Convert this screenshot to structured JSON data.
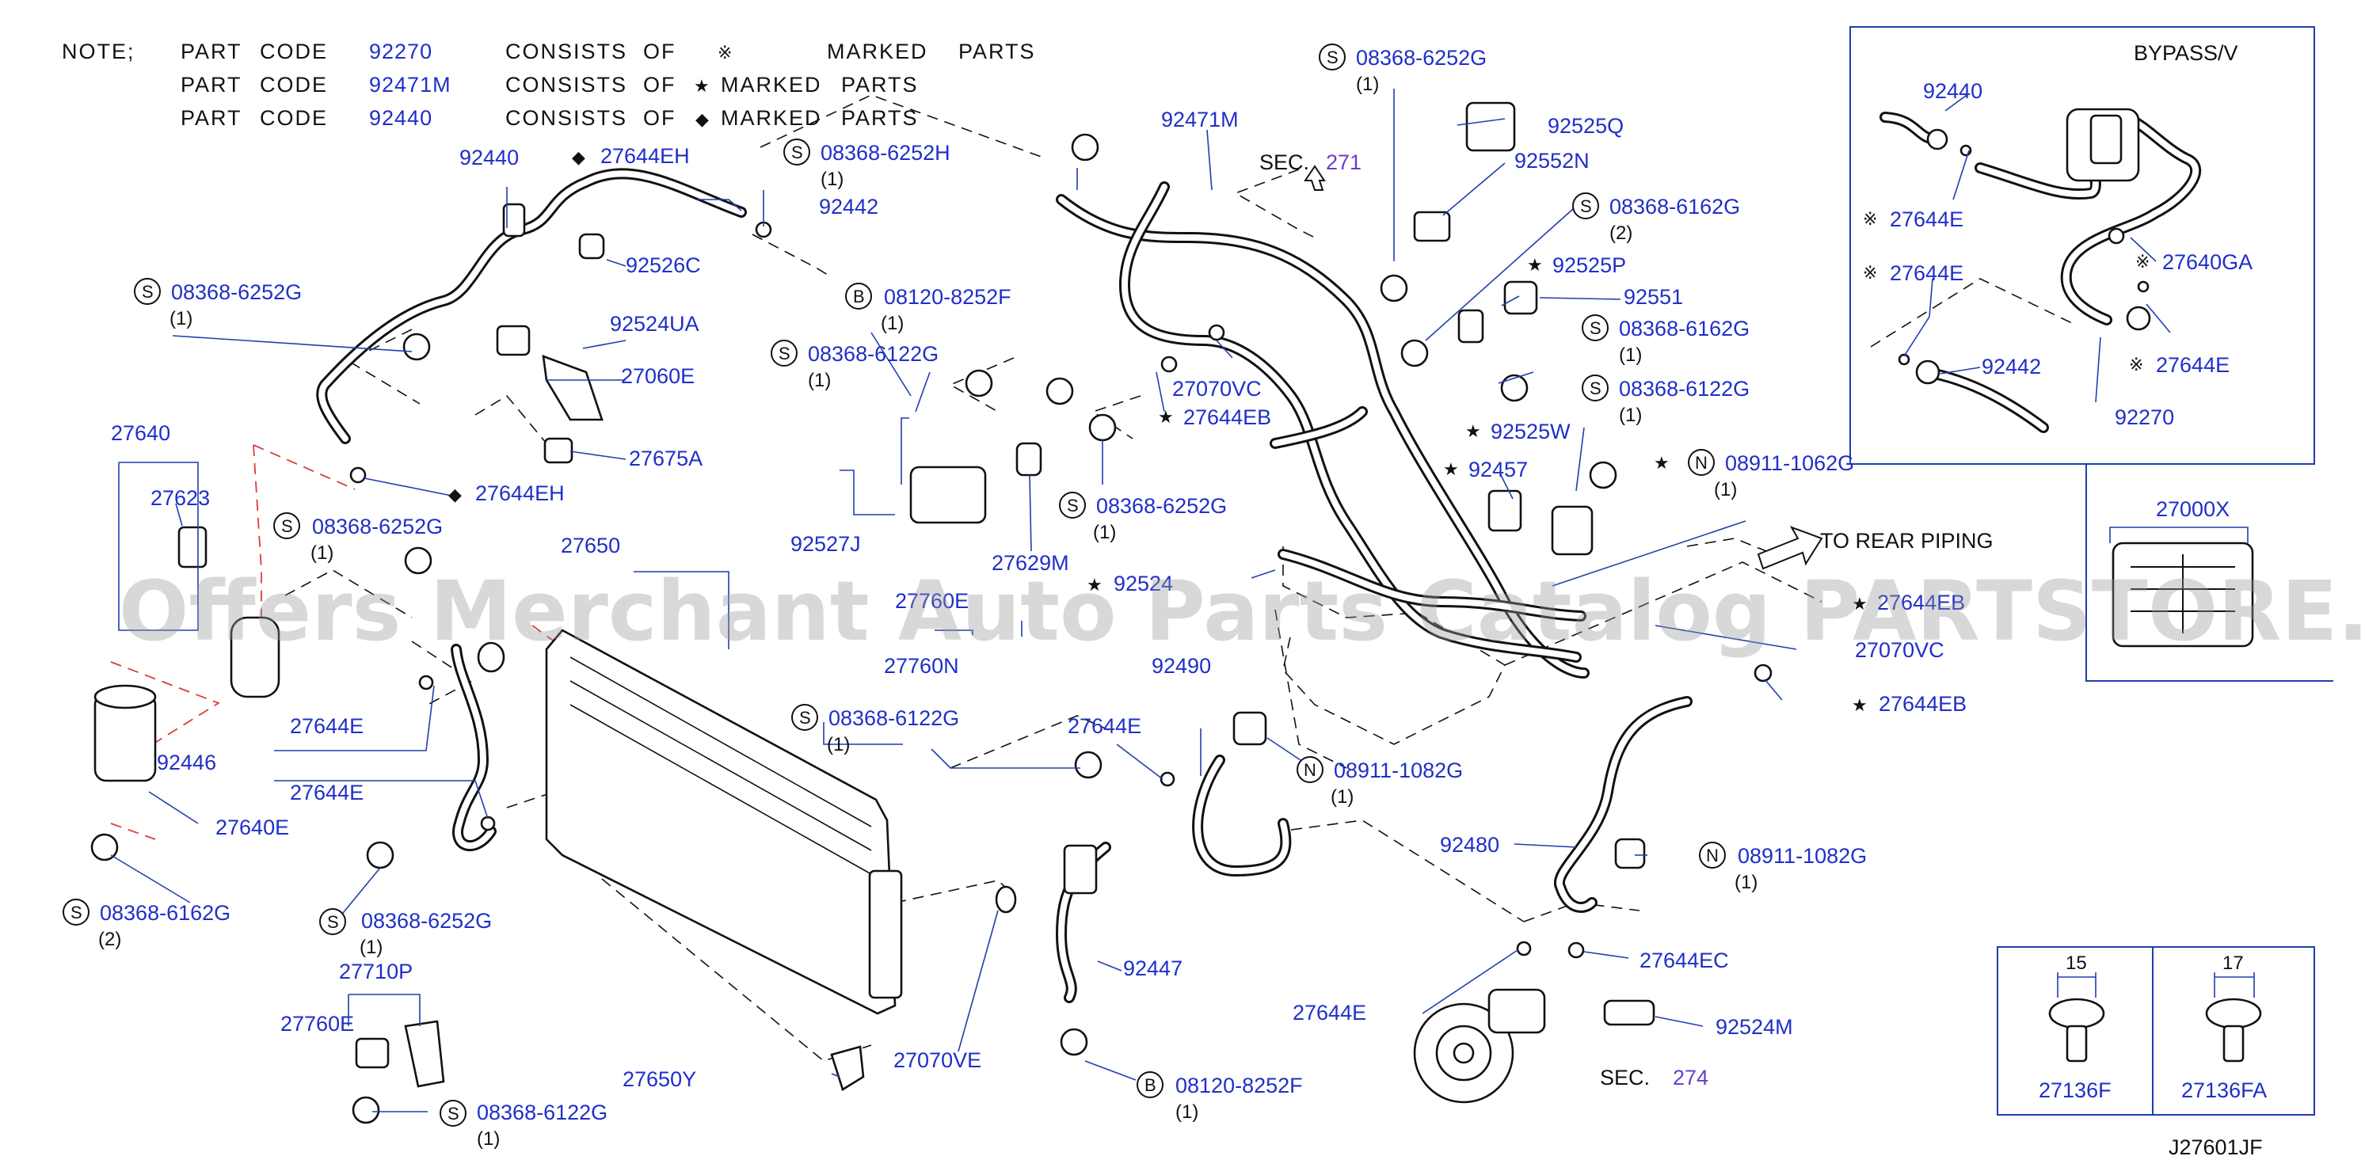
{
  "diagram_id": "J27601JF",
  "notes": [
    {
      "prefix": "NOTE;",
      "part_label": "PART",
      "code_label": "CODE",
      "code": "92270",
      "consists": "CONSISTS",
      "of": "OF",
      "mark": "※",
      "marked": "MARKED",
      "parts": "PARTS"
    },
    {
      "prefix": "",
      "part_label": "PART",
      "code_label": "CODE",
      "code": "92471M",
      "consists": "CONSISTS",
      "of": "OF",
      "mark": "★",
      "marked": "MARKED",
      "parts": "PARTS"
    },
    {
      "prefix": "",
      "part_label": "PART",
      "code_label": "CODE",
      "code": "92440",
      "consists": "CONSISTS",
      "of": "OF",
      "mark": "◆",
      "marked": "MARKED",
      "parts": "PARTS"
    }
  ],
  "labels": {
    "p92440_main": "92440",
    "p27644EH_top": "27644EH",
    "p08368_6252H": "08368-6252H",
    "p92442_main": "92442",
    "p92471M": "92471M",
    "sec271_text": "SEC.",
    "sec271_num": "271",
    "p08368_6252G_top": "08368-6252G",
    "p92525Q": "92525Q",
    "p92552N": "92552N",
    "p08368_6162G_a": "08368-6162G",
    "p92525P": "92525P",
    "p92551": "92551",
    "p08368_6162G_b": "08368-6162G",
    "p08368_6122G_r": "08368-6122G",
    "p92525W": "92525W",
    "p92457": "92457",
    "p08911_1062G": "08911-1062G",
    "to_rear": "TO  REAR  PIPING",
    "p08368_6252G_l": "08368-6252G",
    "p92526C": "92526C",
    "p92524UA": "92524UA",
    "p27060E": "27060E",
    "p27675A": "27675A",
    "p27644EH_b": "27644EH",
    "p08120_8252F_a": "08120-8252F",
    "p08368_6122G_c": "08368-6122G",
    "p27070VC_c": "27070VC",
    "p27644EB_c": "27644EB",
    "p08368_6252G_c": "08368-6252G",
    "p92527J": "92527J",
    "p27629M": "27629M",
    "p92524_c": "92524",
    "p27760E_c": "27760E",
    "p27760N": "27760N",
    "p27640": "27640",
    "p27623": "27623",
    "p08368_6252G_m": "08368-6252G",
    "p27650": "27650",
    "p27644E_l1": "27644E",
    "p27644E_l2": "27644E",
    "p92446": "92446",
    "p27640E": "27640E",
    "p08368_6162G_l": "08368-6162G",
    "p08368_6252G_ll": "08368-6252G",
    "p27710P": "27710P",
    "p27760E_ll": "27760E",
    "p08368_6122G_ll": "08368-6122G",
    "p27650Y": "27650Y",
    "p27070VE": "27070VE",
    "p08368_6122G_m": "08368-6122G",
    "p27644E_m": "27644E",
    "p92490": "92490",
    "p08911_1082G_a": "08911-1082G",
    "p92447": "92447",
    "p08120_8252F_b": "08120-8252F",
    "p92480": "92480",
    "p08911_1082G_b": "08911-1082G",
    "p27644EC": "27644EC",
    "p27644E_r": "27644E",
    "p92524M": "92524M",
    "sec274_text": "SEC.",
    "sec274_num": "274",
    "p27070VC_r": "27070VC",
    "p27644EB_r": "27644EB",
    "p27644EB_r2": "27644EB",
    "bypass_title": "BYPASS/V",
    "bp92440": "92440",
    "bp27644E_a": "27644E",
    "bp27644E_b": "27644E",
    "bp27640GA": "27640GA",
    "bp92442": "92442",
    "bp27644E_c": "27644E",
    "bp92270": "92270",
    "p27000X": "27000X",
    "clip_a_size": "15",
    "clip_b_size": "17",
    "p27136F": "27136F",
    "p27136FA": "27136FA"
  },
  "qty": {
    "one": "(1)",
    "two": "(2)"
  },
  "circle_letters": {
    "s": "S",
    "b": "B",
    "n": "N"
  },
  "marks": {
    "star": "★",
    "diamond": "◆",
    "kome": "※"
  },
  "watermark": "Offers Merchant Auto Parts Catalog PARTSTORE.SA"
}
